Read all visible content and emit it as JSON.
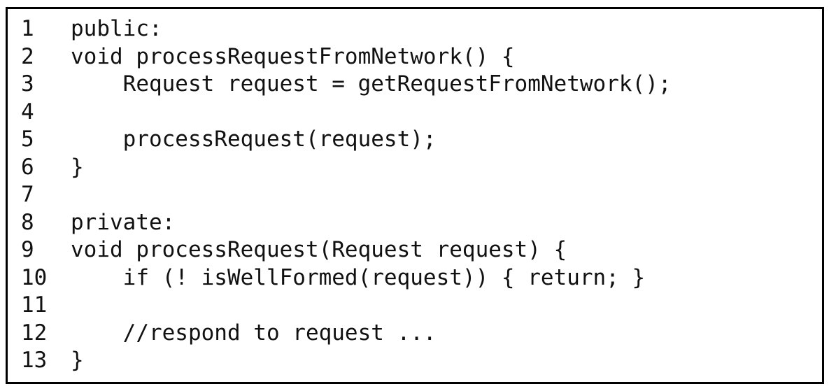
{
  "code_box": {
    "colors": {
      "text": "#111111",
      "border": "#000000",
      "background": "#ffffff"
    },
    "lines": [
      {
        "num": "1",
        "code": "public:"
      },
      {
        "num": "2",
        "code": "void processRequestFromNetwork() {"
      },
      {
        "num": "3",
        "code": "    Request request = getRequestFromNetwork();"
      },
      {
        "num": "4",
        "code": ""
      },
      {
        "num": "5",
        "code": "    processRequest(request);"
      },
      {
        "num": "6",
        "code": "}"
      },
      {
        "num": "7",
        "code": ""
      },
      {
        "num": "8",
        "code": "private:"
      },
      {
        "num": "9",
        "code": "void processRequest(Request request) {"
      },
      {
        "num": "10",
        "code": "    if (! isWellFormed(request)) { return; }"
      },
      {
        "num": "11",
        "code": ""
      },
      {
        "num": "12",
        "code": "    //respond to request ..."
      },
      {
        "num": "13",
        "code": "}"
      }
    ]
  }
}
